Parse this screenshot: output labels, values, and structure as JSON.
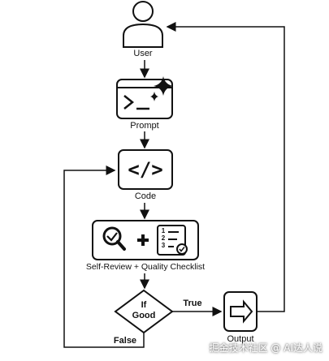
{
  "nodes": {
    "user": "User",
    "prompt": "Prompt",
    "code": "Code",
    "self_review": "Self-Review + Quality Checklist",
    "decision": "If\nGood",
    "output": "Output"
  },
  "edges": {
    "true_label": "True",
    "false_label": "False"
  },
  "code_glyph": "</>",
  "checklist_numbers": [
    "1",
    "2",
    "3"
  ],
  "watermark": "掘金技术社区 @ AI达人说",
  "icons": {
    "user": "user-icon",
    "terminal": "terminal-icon",
    "sparkle": "sparkle-icon",
    "code": "code-brackets-icon",
    "review": "magnifier-check-icon",
    "checklist": "checklist-icon",
    "output": "arrow-right-icon"
  },
  "colors": {
    "stroke": "#111111",
    "fill": "#ffffff"
  }
}
